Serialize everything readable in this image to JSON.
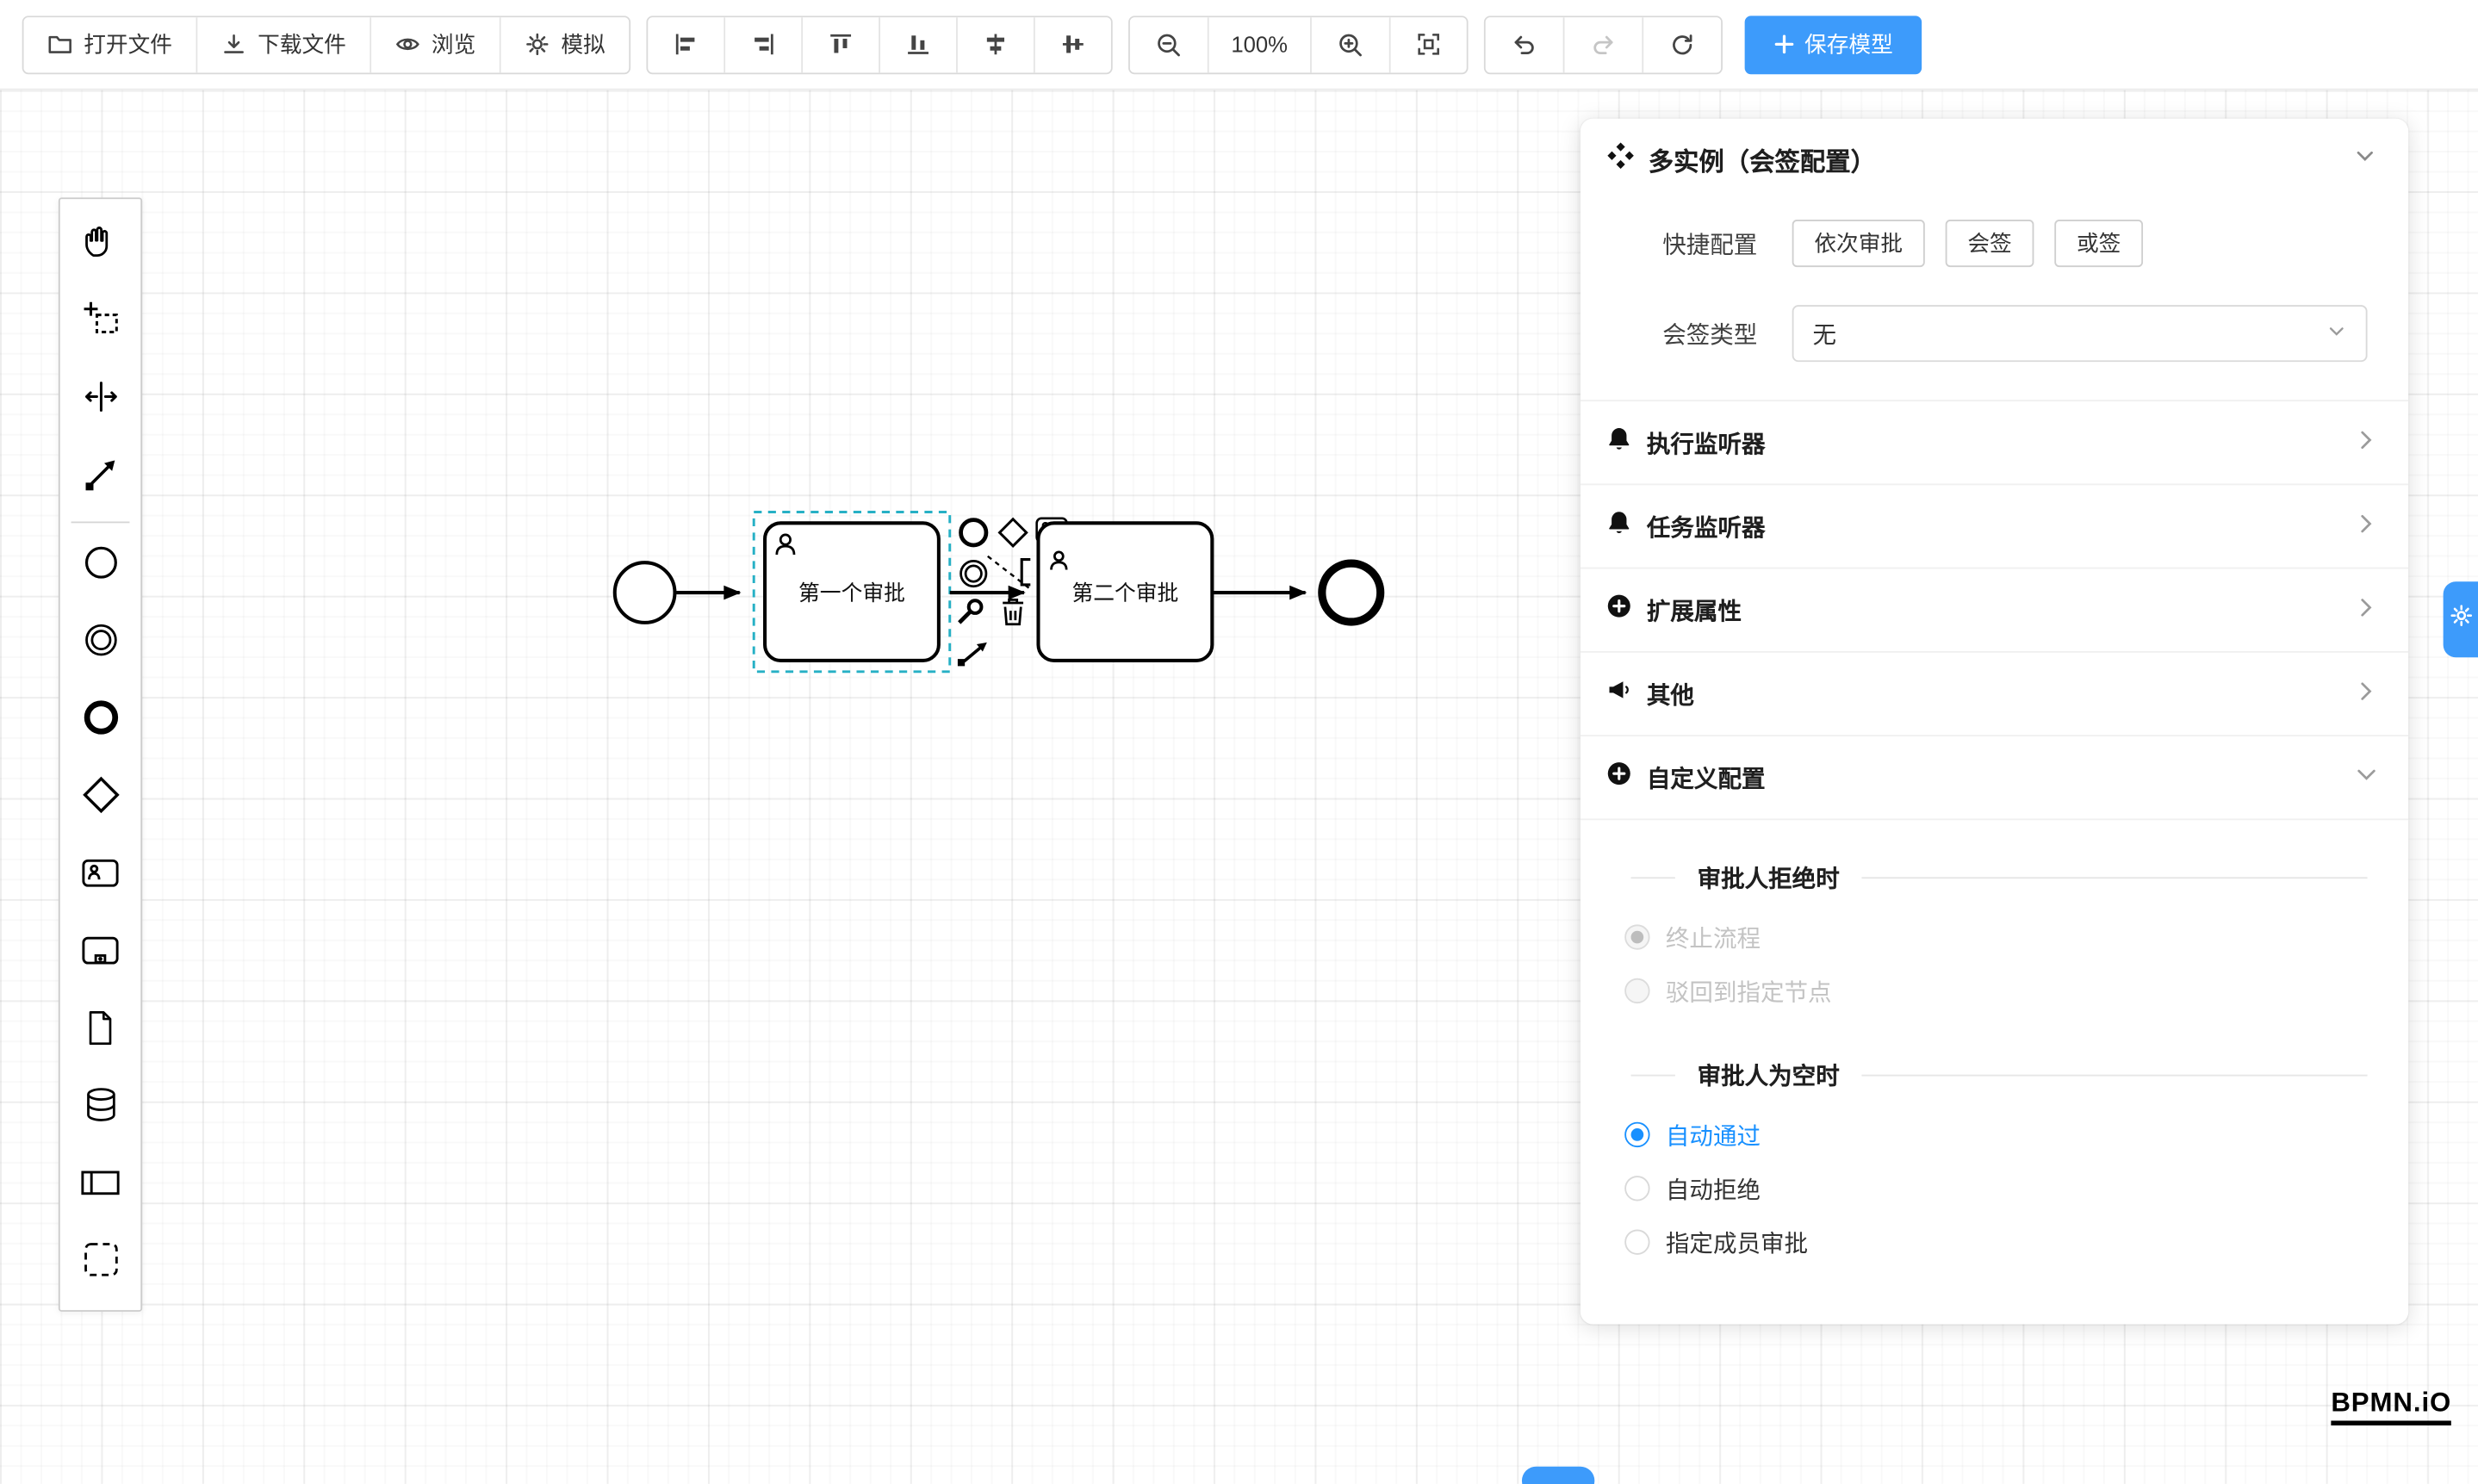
{
  "toolbar": {
    "open_file": "打开文件",
    "download_file": "下载文件",
    "preview": "浏览",
    "simulate": "模拟",
    "zoom_level": "100%",
    "save": "保存模型"
  },
  "canvas": {
    "task1_label": "第一个审批",
    "task2_label": "第二个审批"
  },
  "panel": {
    "title": "多实例（会签配置）",
    "quick_label": "快捷配置",
    "quick_options": {
      "seq": "依次审批",
      "countersign": "会签",
      "orsign": "或签"
    },
    "sign_type_label": "会签类型",
    "sign_type_value": "无",
    "rows": {
      "exec": "执行监听器",
      "task": "任务监听器",
      "ext": "扩展属性",
      "other": "其他",
      "custom": "自定义配置"
    },
    "reject_title": "审批人拒绝时",
    "reject_opt1": "终止流程",
    "reject_opt2": "驳回到指定节点",
    "empty_title": "审批人为空时",
    "empty_opt1": "自动通过",
    "empty_opt2": "自动拒绝",
    "empty_opt3": "指定成员审批"
  },
  "logo": "BPMN.iO",
  "colors": {
    "accent": "#3D9BFB",
    "selection_outline": "#26B0C5",
    "radio_checked": "#1890FF"
  }
}
